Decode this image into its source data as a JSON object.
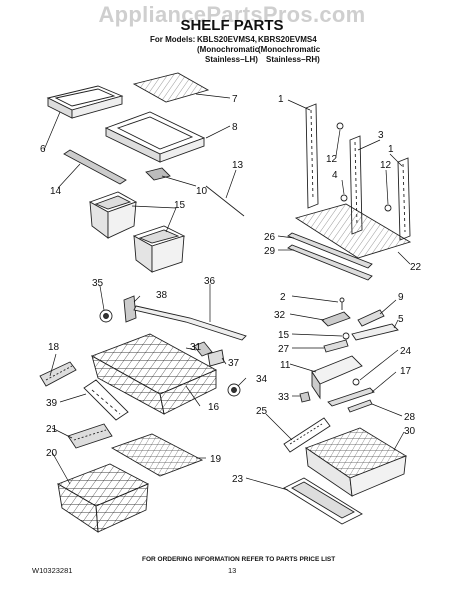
{
  "watermark": "AppliancePartsPros.com",
  "title": "SHELF PARTS",
  "models": {
    "prefix": "For Models:",
    "model_1": "KBLS20EVMS4,",
    "model_2": "KBRS20EVMS4",
    "variant_1_line1": "(Monochromatic",
    "variant_2_line1": "(Monochromatic",
    "variant_1_line2": "Stainless–LH)",
    "variant_2_line2": "Stainless–RH)"
  },
  "callouts": {
    "c1a": "1",
    "c1b": "1",
    "c2": "2",
    "c3": "3",
    "c4": "4",
    "c5": "5",
    "c6": "6",
    "c7": "7",
    "c8": "8",
    "c9": "9",
    "c10": "10",
    "c11": "11",
    "c12a": "12",
    "c12b": "12",
    "c13": "13",
    "c14": "14",
    "c15a": "15",
    "c15b": "15",
    "c16": "16",
    "c17": "17",
    "c18": "18",
    "c19": "19",
    "c20": "20",
    "c21": "21",
    "c22": "22",
    "c23": "23",
    "c24": "24",
    "c25": "25",
    "c26": "26",
    "c27": "27",
    "c28": "28",
    "c29": "29",
    "c30": "30",
    "c31": "31",
    "c32": "32",
    "c33": "33",
    "c34": "34",
    "c35": "35",
    "c36": "36",
    "c37": "37",
    "c38": "38",
    "c39": "39"
  },
  "footer": {
    "ordering_note": "FOR ORDERING INFORMATION REFER TO PARTS PRICE LIST",
    "doc_number": "W10323281",
    "page_number": "13"
  }
}
